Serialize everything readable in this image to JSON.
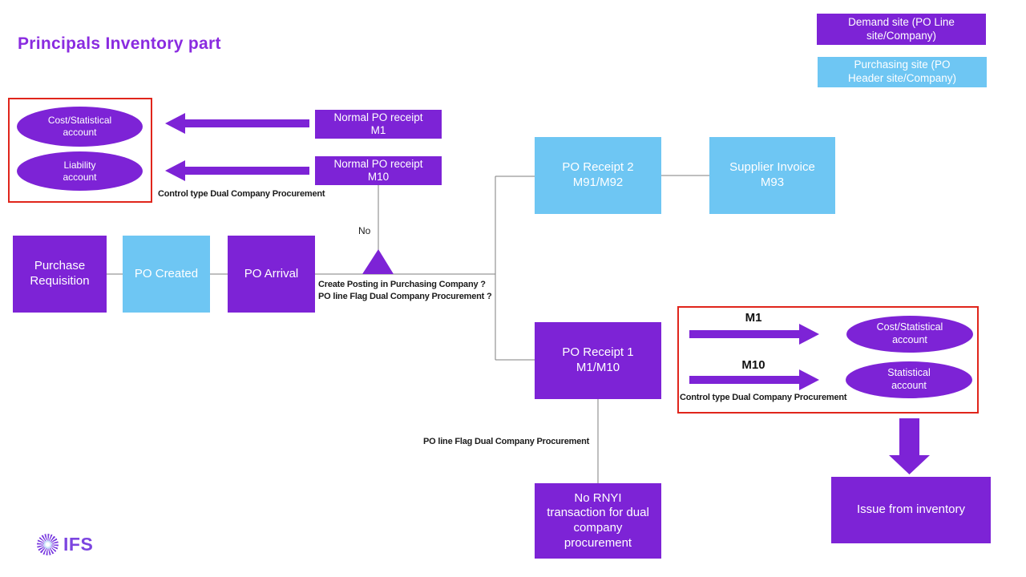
{
  "title": "Principals Inventory part",
  "legend": {
    "demand": "Demand site (PO Line\nsite/Company)",
    "purchasing": "Purchasing site (PO\nHeader site/Company)"
  },
  "left_group": {
    "cost_account": "Cost/Statistical\naccount",
    "liability_account": "Liability\naccount",
    "control_type": "Control type Dual Company Procurement"
  },
  "receipts": {
    "normal_m1": "Normal PO receipt\nM1",
    "normal_m10": "Normal PO receipt\nM10"
  },
  "flow": {
    "purchase_requisition": "Purchase\nRequisition",
    "po_created": "PO Created",
    "po_arrival": "PO Arrival",
    "no_label": "No",
    "question_line1": "Create Posting in Purchasing Company ?",
    "question_line2": "PO line Flag Dual Company Procurement ?",
    "po_receipt_2": "PO Receipt 2\nM91/M92",
    "supplier_invoice": "Supplier Invoice\nM93",
    "po_receipt_1": "PO Receipt 1\nM1/M10",
    "po_line_flag": "PO line Flag Dual Company Procurement",
    "no_rnyi": "No RNYI\ntransaction for dual\ncompany\nprocurement"
  },
  "right_group": {
    "m1": "M1",
    "m10": "M10",
    "cost_account": "Cost/Statistical\naccount",
    "statistical_account": "Statistical\naccount",
    "control_type": "Control type Dual Company Procurement"
  },
  "bottom": {
    "issue_from_inventory": "Issue from inventory"
  },
  "logo": "IFS",
  "colors": {
    "purple": "#7D23D6",
    "light_blue": "#6EC6F3",
    "red_frame": "#E0251B",
    "connector_gray": "#7F7F7F",
    "title_purple": "#8A2BE0"
  }
}
